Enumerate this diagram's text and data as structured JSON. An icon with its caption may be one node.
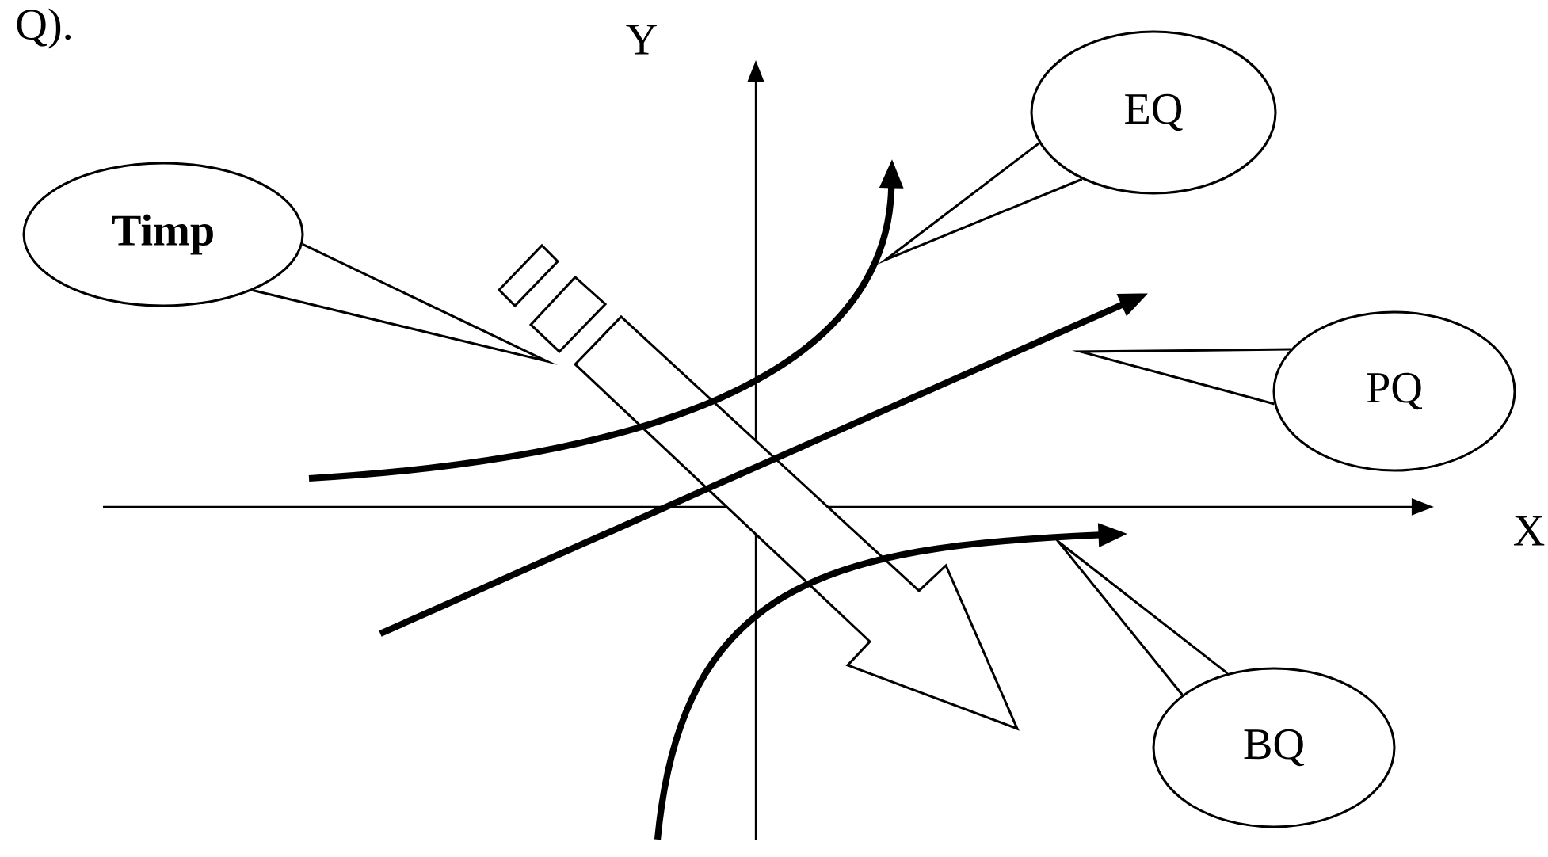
{
  "diagram": {
    "nodes": [
      {
        "text": [
          "EQ"
        ]
      },
      {
        "text": [
          "Timp"
        ]
      },
      {
        "text": [
          "PQ"
        ]
      },
      {
        "text": [
          "BQ"
        ]
      }
    ],
    "edges": [
      {
        "from": 0,
        "to": null,
        "arrow": "none"
      },
      {
        "from": 1,
        "to": null,
        "arrow": "none"
      },
      {
        "from": 2,
        "to": null,
        "arrow": "none"
      },
      {
        "from": 3,
        "to": null,
        "arrow": "none"
      }
    ],
    "labels": [
      "Q).",
      "Y",
      "X"
    ]
  }
}
